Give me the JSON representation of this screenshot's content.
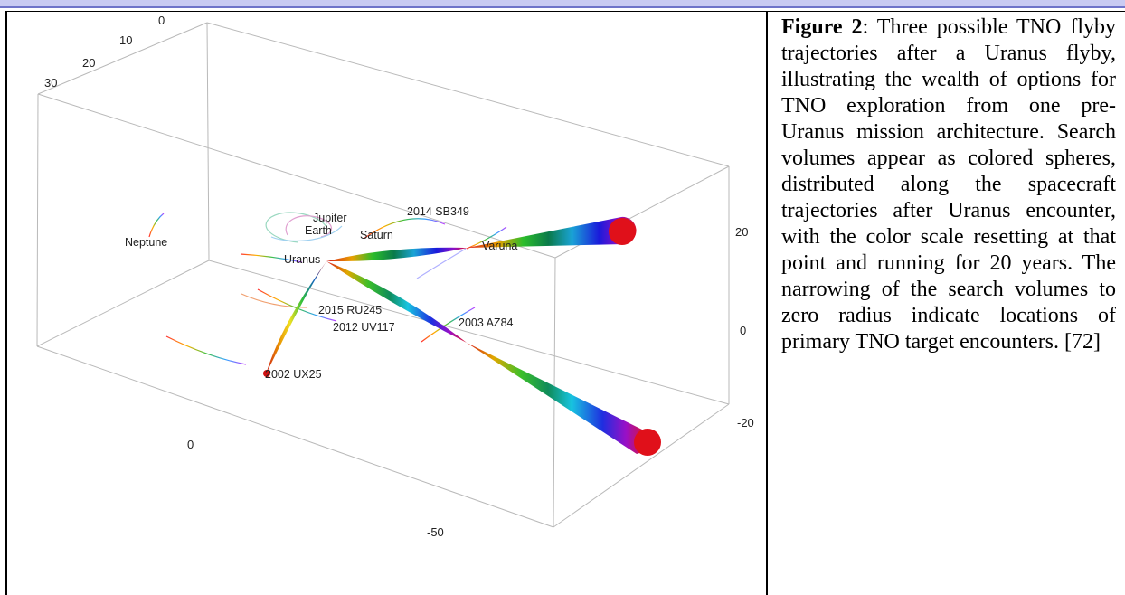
{
  "figure": {
    "axis_ticks": {
      "depth": [
        "0",
        "10",
        "20",
        "30"
      ],
      "vertical": [
        "20",
        "0",
        "-20"
      ],
      "horizontal": [
        "0",
        "-50"
      ]
    },
    "labels": {
      "neptune": "Neptune",
      "earth": "Earth",
      "jupiter": "Jupiter",
      "saturn": "Saturn",
      "sb349": "2014 SB349",
      "varuna": "Varuna",
      "uranus": "Uranus",
      "az84": "2003 AZ84",
      "ru245": "2015 RU245",
      "uv117": "2012 UV117",
      "ux25": "2002 UX25"
    }
  },
  "caption": {
    "label": "Figure 2",
    "text": ": Three possible TNO flyby trajectories after a Uranus flyby, illustrating the wealth of options for TNO exploration from one pre-Uranus mission architecture. Search volumes appear as colored spheres, distributed along the spacecraft trajectories after Uranus encounter, with the color scale resetting at that point and running for 20 years. The narrowing of the search volumes to zero radius indicate locations of primary TNO target encounters. [72]"
  }
}
